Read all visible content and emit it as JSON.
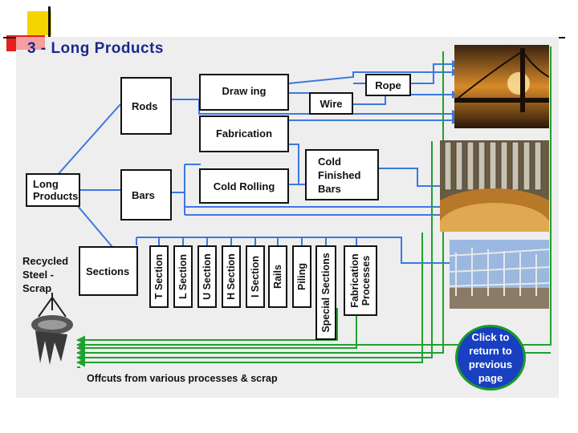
{
  "title": "3 - Long Products",
  "boxes": {
    "long_products": "Long Products",
    "rods": "Rods",
    "bars": "Bars",
    "sections": "Sections",
    "drawing": "Draw ing",
    "fabrication": "Fabrication",
    "cold_rolling": "Cold Rolling",
    "wire": "Wire",
    "rope": "Rope",
    "cold_finished_bars": "Cold Finished Bars",
    "recycled": "Recycled Steel - Scrap"
  },
  "section_types": [
    "T Section",
    "L Section",
    "U Section",
    "H Section",
    "I Section",
    "Rails",
    "Piling",
    "Special Sections",
    "Fabrication Processes"
  ],
  "offcuts_label": "Offcuts from various processes & scrap",
  "return_button": "Click to return to previous page",
  "photos": [
    "suspension-bridge-photo",
    "gear-photo",
    "steel-frame-building-photo"
  ],
  "colors": {
    "flow_blue": "#3c78e0",
    "recycle_green": "#1fa12f",
    "title_navy": "#1a2a8a",
    "button_blue": "#1840c0"
  }
}
